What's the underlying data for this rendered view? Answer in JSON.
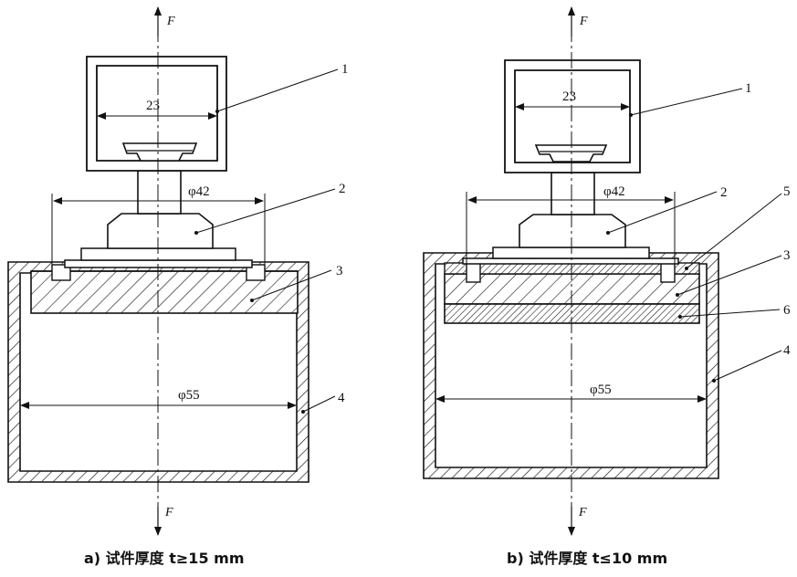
{
  "figure_a": {
    "force_top": "F",
    "force_bottom": "F",
    "dims": {
      "inner": "23",
      "bolt": "φ42",
      "cup": "φ55"
    },
    "labels": [
      "1",
      "2",
      "3",
      "4"
    ],
    "caption": "a)  试件厚度 t≥15 mm"
  },
  "figure_b": {
    "force_top": "F",
    "force_bottom": "F",
    "dims": {
      "inner": "23",
      "bolt": "φ42",
      "cup": "φ55"
    },
    "labels": [
      "1",
      "2",
      "3",
      "4",
      "5",
      "6"
    ],
    "caption": "b)  试件厚度 t≤10 mm"
  }
}
